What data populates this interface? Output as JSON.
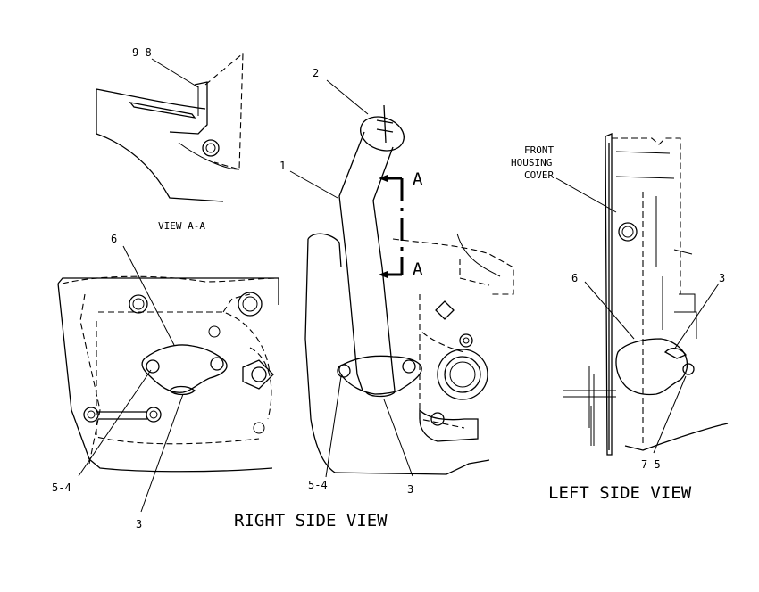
{
  "callouts": {
    "c_9_8": "9-8",
    "c_2": "2",
    "c_1": "1",
    "c_6_right": "6",
    "c_5_4_right": "5-4",
    "c_3_right": "3",
    "c_5_4_center": "5-4",
    "c_3_center": "3",
    "c_6_left": "6",
    "c_3_left": "3",
    "c_7_5": "7-5"
  },
  "section": {
    "marker_top": "A",
    "marker_bottom": "A"
  },
  "labels": {
    "front_housing_cover": [
      "FRONT",
      "HOUSING",
      "COVER"
    ]
  },
  "captions": {
    "view_aa": "VIEW A-A",
    "right_side_view": "RIGHT SIDE VIEW",
    "left_side_view": "LEFT SIDE VIEW"
  }
}
